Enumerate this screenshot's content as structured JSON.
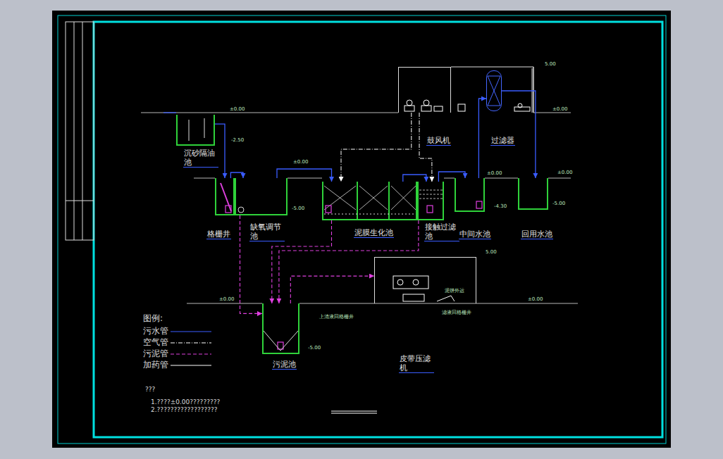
{
  "diagram": {
    "nodes": [
      {
        "text": [
          "沉砂隔油池"
        ]
      },
      {
        "text": [
          "格栅井"
        ]
      },
      {
        "text": [
          "缺氧调节池"
        ]
      },
      {
        "text": [
          "鼓风机"
        ]
      },
      {
        "text": [
          "过滤器"
        ]
      },
      {
        "text": [
          "泥膜生化池"
        ]
      },
      {
        "text": [
          "接触过滤池"
        ]
      },
      {
        "text": [
          "中间水池"
        ]
      },
      {
        "text": [
          "回用水池"
        ]
      },
      {
        "text": [
          "污泥池"
        ]
      },
      {
        "text": [
          "皮带压滤机"
        ]
      }
    ],
    "edges": [
      {
        "from": 0,
        "to": 1,
        "arrow": "to"
      },
      {
        "from": 1,
        "to": 2,
        "arrow": "to"
      },
      {
        "from": 2,
        "to": 5,
        "arrow": "to"
      },
      {
        "from": 5,
        "to": 6,
        "arrow": "to"
      },
      {
        "from": 6,
        "to": 7,
        "arrow": "to"
      },
      {
        "from": 7,
        "to": 4,
        "arrow": "to"
      },
      {
        "from": 4,
        "to": 8,
        "arrow": "to"
      },
      {
        "from": 3,
        "to": 5,
        "arrow": "to"
      },
      {
        "from": 3,
        "to": 6,
        "arrow": "to"
      },
      {
        "from": 2,
        "to": 9,
        "arrow": "to"
      },
      {
        "from": 5,
        "to": 9,
        "arrow": "to"
      },
      {
        "from": 6,
        "to": 9,
        "arrow": "to"
      },
      {
        "from": 9,
        "to": 10,
        "arrow": "to"
      }
    ],
    "labels": [
      "图例:",
      "???",
      "1.????±0.00?????????",
      "2.??????????????????",
      "上清液回格栅井",
      "滤液回格栅井",
      "泥饼外运",
      "±0.00",
      "-2.50",
      "±0.00",
      "-5.00",
      "±0.00",
      "-4.30",
      "±0.00",
      "-5.00",
      "5.00",
      "±0.00",
      "5.00",
      "±0.00",
      "±0.00",
      "-5.00"
    ],
    "legend": [
      {
        "text": "污水管"
      },
      {
        "text": "空气管"
      },
      {
        "text": "污泥管"
      },
      {
        "text": "加药管"
      }
    ]
  }
}
